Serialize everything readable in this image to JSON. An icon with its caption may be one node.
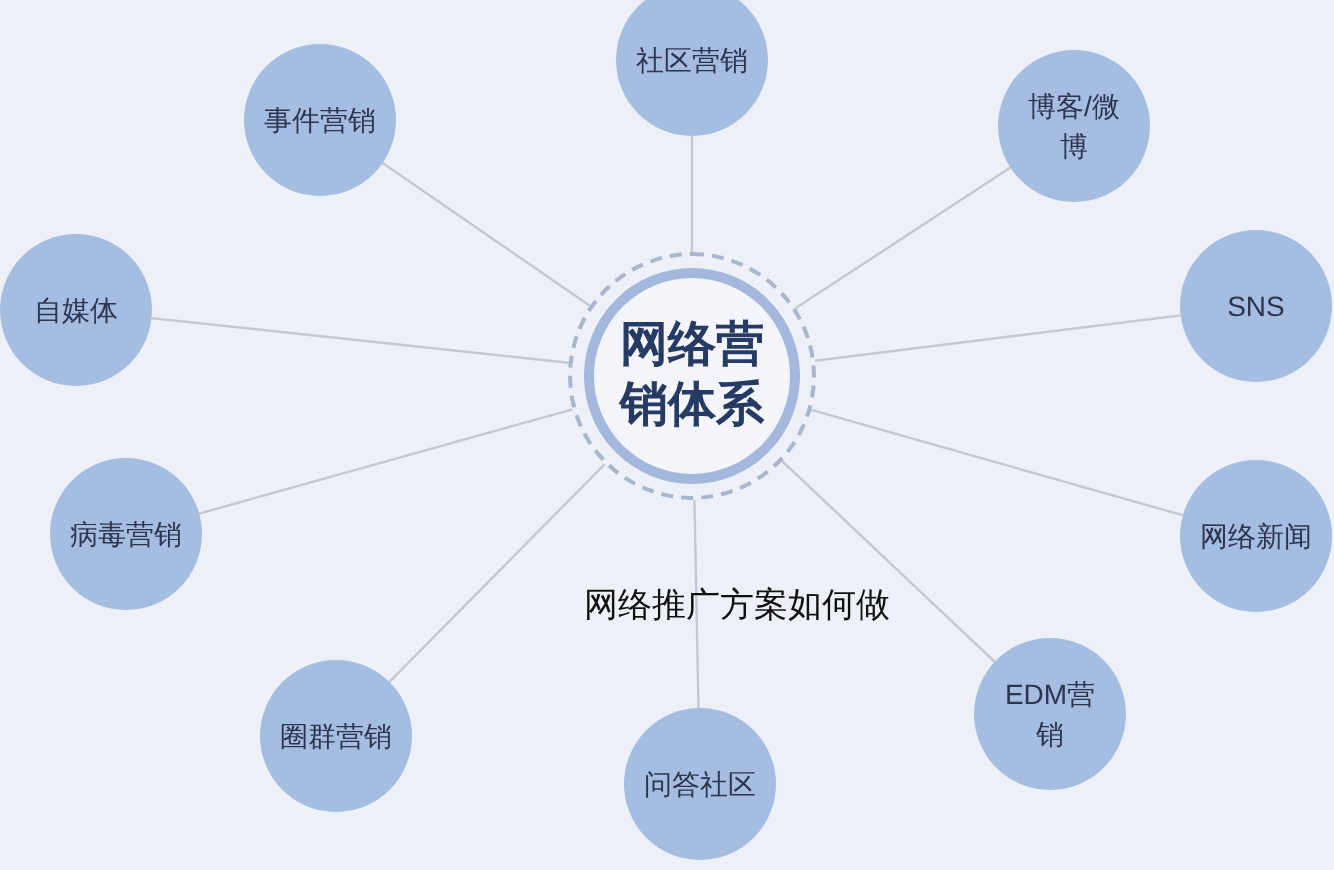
{
  "diagram": {
    "nodes": [
      {
        "text": [
          "网络营销体系"
        ]
      },
      {
        "text": [
          "社区营销"
        ]
      },
      {
        "text": [
          "博客/微博"
        ]
      },
      {
        "text": [
          "SNS"
        ]
      },
      {
        "text": [
          "网络新闻"
        ]
      },
      {
        "text": [
          "EDM营销"
        ]
      },
      {
        "text": [
          "问答社区"
        ]
      },
      {
        "text": [
          "圈群营销"
        ]
      },
      {
        "text": [
          "病毒营销"
        ]
      },
      {
        "text": [
          "自媒体"
        ]
      },
      {
        "text": [
          "事件营销"
        ]
      }
    ],
    "edges": [
      {
        "from": 0,
        "to": 1,
        "arrow": "none"
      },
      {
        "from": 0,
        "to": 2,
        "arrow": "none"
      },
      {
        "from": 0,
        "to": 3,
        "arrow": "none"
      },
      {
        "from": 0,
        "to": 4,
        "arrow": "none"
      },
      {
        "from": 0,
        "to": 5,
        "arrow": "none"
      },
      {
        "from": 0,
        "to": 6,
        "arrow": "none"
      },
      {
        "from": 0,
        "to": 7,
        "arrow": "none"
      },
      {
        "from": 0,
        "to": 8,
        "arrow": "none"
      },
      {
        "from": 0,
        "to": 9,
        "arrow": "none"
      },
      {
        "from": 0,
        "to": 10,
        "arrow": "none"
      }
    ],
    "labels": [
      "网络推广方案如何做"
    ]
  }
}
